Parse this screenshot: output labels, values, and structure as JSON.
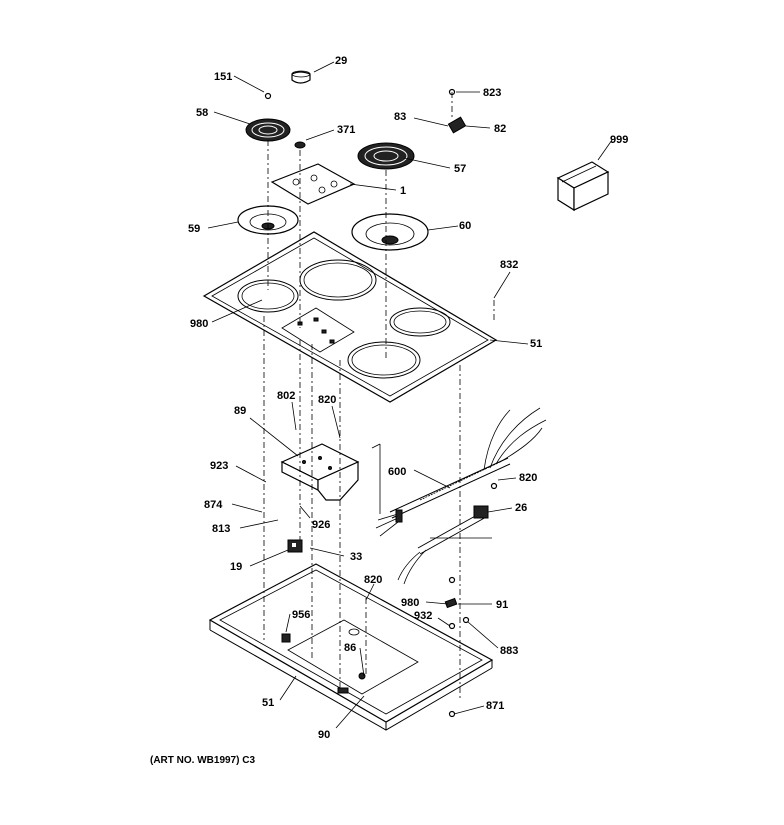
{
  "labels": {
    "l29": "29",
    "l151": "151",
    "l58": "58",
    "l371": "371",
    "l823": "823",
    "l83": "83",
    "l82": "82",
    "l57": "57",
    "l1": "1",
    "l999": "999",
    "l59": "59",
    "l60": "60",
    "l832": "832",
    "l980a": "980",
    "l51a": "51",
    "l89": "89",
    "l802": "802",
    "l820a": "820",
    "l923": "923",
    "l600": "600",
    "l820b": "820",
    "l874": "874",
    "l26": "26",
    "l813": "813",
    "l926": "926",
    "l19": "19",
    "l33": "33",
    "l820c": "820",
    "l956": "956",
    "l980b": "980",
    "l91": "91",
    "l932": "932",
    "l883": "883",
    "l86": "86",
    "l51b": "51",
    "l871": "871",
    "l90": "90"
  },
  "caption": "(ART NO. WB1997) C3"
}
